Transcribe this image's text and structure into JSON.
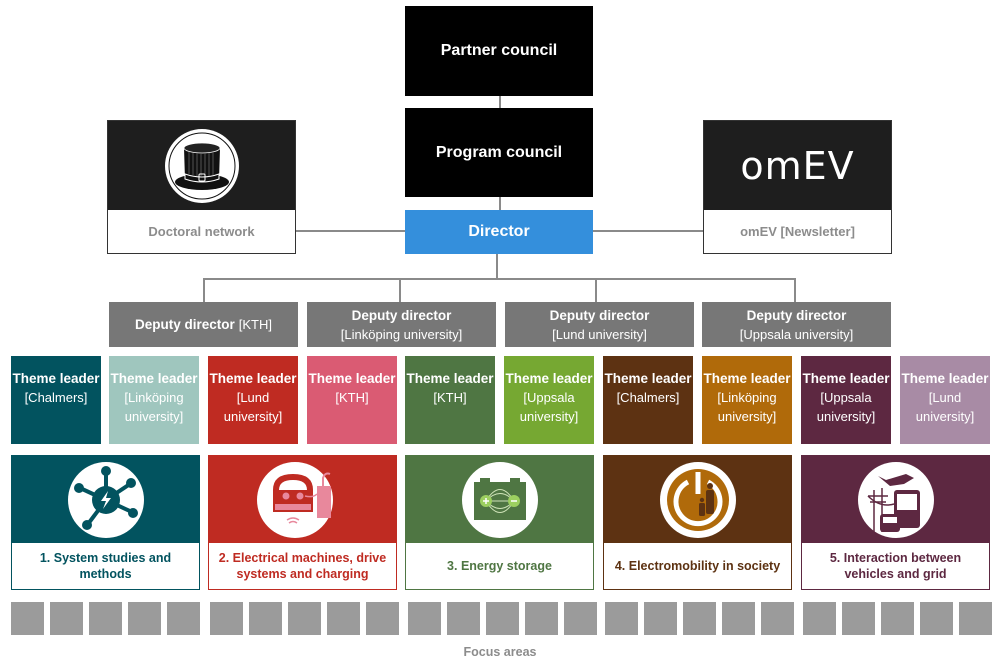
{
  "top": {
    "partner_council": "Partner council",
    "program_council": "Program council",
    "director": "Director"
  },
  "side_cards": {
    "doctoral": {
      "label": "Doctoral network",
      "icon": "top-hat-icon"
    },
    "newsletter": {
      "logo_text": "omEV",
      "label": "omEV [Newsletter]"
    }
  },
  "deputies": [
    {
      "title": "Deputy director",
      "org": "[KTH]"
    },
    {
      "title": "Deputy director",
      "org": "[Linköping university]"
    },
    {
      "title": "Deputy director",
      "org": "[Lund university]"
    },
    {
      "title": "Deputy director",
      "org": "[Uppsala university]"
    }
  ],
  "theme_leaders": [
    {
      "title": "Theme leader",
      "org": "[Chalmers]",
      "color": "#02535f"
    },
    {
      "title": "Theme leader",
      "org": "[Linköping\nuniversity]",
      "color": "#9fc6be"
    },
    {
      "title": "Theme leader",
      "org": "[Lund\nuniversity]",
      "color": "#bf2b22"
    },
    {
      "title": "Theme leader",
      "org": "[KTH]",
      "color": "#da5b73"
    },
    {
      "title": "Theme leader",
      "org": "[KTH]",
      "color": "#4f7643"
    },
    {
      "title": "Theme leader",
      "org": "[Uppsala\nuniversity]",
      "color": "#76a832"
    },
    {
      "title": "Theme leader",
      "org": "[Chalmers]",
      "color": "#5d3212"
    },
    {
      "title": "Theme leader",
      "org": "[Linköping\nuniversity]",
      "color": "#b06a0a"
    },
    {
      "title": "Theme leader",
      "org": "[Uppsala\nuniversity]",
      "color": "#5d2841"
    },
    {
      "title": "Theme leader",
      "org": "[Lund\nuniversity]",
      "color": "#a88ba5"
    }
  ],
  "focus_themes": [
    {
      "label": "1. System studies and methods",
      "color": "#02535f",
      "icon": "network-hub-icon"
    },
    {
      "label": "2. Electrical machines, drive systems and charging",
      "color": "#bf2b22",
      "icon": "ev-charging-icon"
    },
    {
      "label": "3. Energy storage",
      "color": "#4f7643",
      "icon": "battery-icon"
    },
    {
      "label": "4. Electromobility in society",
      "color": "#5d3212",
      "icon": "power-people-icon"
    },
    {
      "label": "5. Interaction between vehicles and grid",
      "color": "#5d2841",
      "icon": "vehicles-grid-icon"
    }
  ],
  "focus_areas": {
    "label": "Focus areas",
    "groups": 5,
    "per_group": 5
  }
}
